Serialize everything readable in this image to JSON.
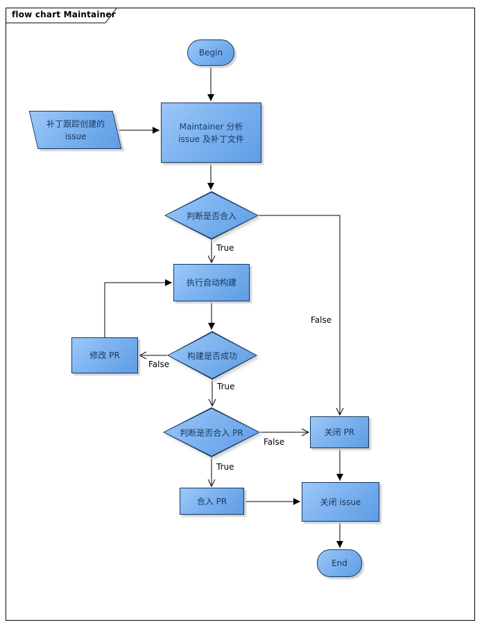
{
  "frame": {
    "title": "flow chart Maintainer"
  },
  "colors": {
    "node_fill_light": "#9CC8F8",
    "node_fill_dark": "#5E9CE4",
    "node_border": "#16365C",
    "node_text": "#17365D",
    "shadow": "#CFCFCF",
    "line": "#000000",
    "background": "#FFFFFF"
  },
  "nodes": {
    "begin": {
      "label": "Begin",
      "type": "start"
    },
    "patch_issue": {
      "label": "补丁跟踪创建的 issue",
      "type": "io"
    },
    "analyze": {
      "label": "Maintainer 分析 issue 及补丁文件",
      "type": "process"
    },
    "decide_merge": {
      "label": "判断是否合入",
      "type": "decision"
    },
    "auto_build": {
      "label": "执行自动构建",
      "type": "process"
    },
    "build_success": {
      "label": "构建是否成功",
      "type": "decision"
    },
    "modify_pr": {
      "label": "修改 PR",
      "type": "process"
    },
    "decide_merge_pr": {
      "label": "判断是否合入 PR",
      "type": "decision"
    },
    "close_pr": {
      "label": "关闭 PR",
      "type": "process"
    },
    "merge_pr": {
      "label": "合入 PR",
      "type": "process"
    },
    "close_issue": {
      "label": "关闭 issue",
      "type": "process"
    },
    "end": {
      "label": "End",
      "type": "end"
    }
  },
  "edge_labels": [
    {
      "id": "decide-merge-true",
      "text": "True"
    },
    {
      "id": "decide-merge-false",
      "text": "False"
    },
    {
      "id": "build-success-false",
      "text": "False"
    },
    {
      "id": "build-success-true",
      "text": "True"
    },
    {
      "id": "decide-merge-pr-false",
      "text": "False"
    },
    {
      "id": "decide-merge-pr-true",
      "text": "True"
    }
  ]
}
